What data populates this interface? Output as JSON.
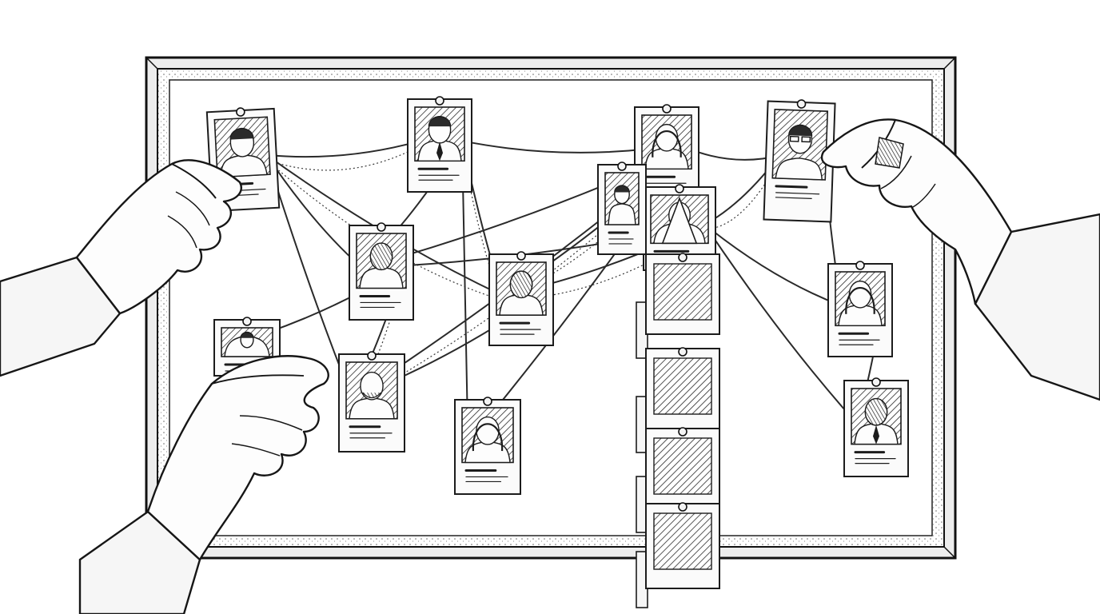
{
  "scene": {
    "subject": "investigation-board",
    "colors": {
      "ink": "#1c1c1c",
      "paper": "#fbfbfb",
      "board": "#ffffff",
      "frame": "#e9e9e9"
    },
    "cards": [
      {
        "id": "c1",
        "portrait": "man-short-hair"
      },
      {
        "id": "c2",
        "portrait": "man-suit"
      },
      {
        "id": "c3",
        "portrait": "woman-long-hair"
      },
      {
        "id": "c4",
        "portrait": "man-glasses"
      },
      {
        "id": "c5",
        "portrait": "man-curly-hair"
      },
      {
        "id": "c6",
        "portrait": "man-stubble"
      },
      {
        "id": "c7",
        "portrait": "hooded-figure"
      },
      {
        "id": "c8",
        "portrait": "woman-bob"
      },
      {
        "id": "c9",
        "portrait": "bald-bearded-man"
      },
      {
        "id": "c10",
        "portrait": "woman-straight-hair"
      },
      {
        "id": "c11",
        "portrait": "man-tie"
      },
      {
        "id": "c12",
        "portrait": "partial-face"
      },
      {
        "id": "c13",
        "portrait": "partial-face"
      }
    ],
    "blank_photos": 4,
    "hands": [
      "left-hand-upper",
      "left-hand-lower",
      "right-hand"
    ]
  }
}
